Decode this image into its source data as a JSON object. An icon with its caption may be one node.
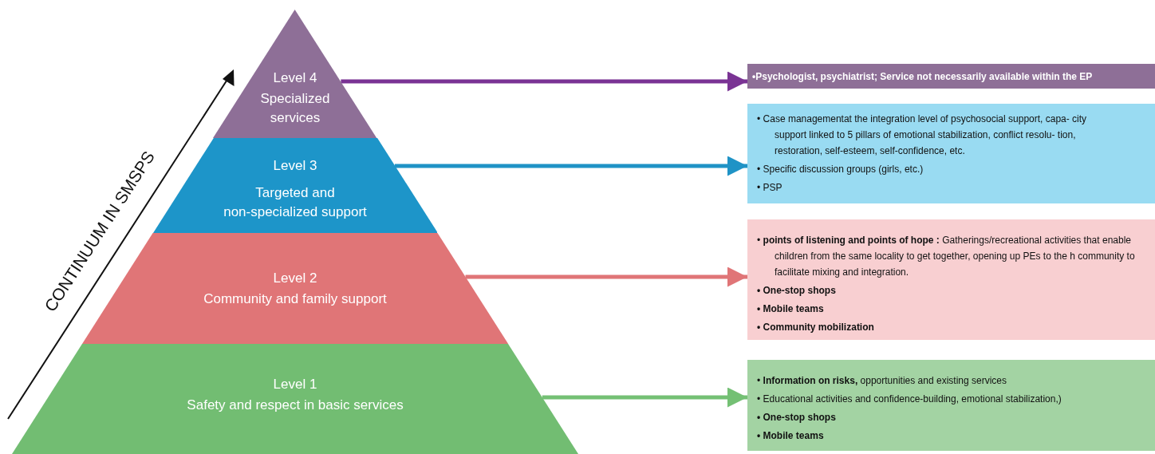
{
  "diagram": {
    "nodes": [
      {
        "text": [
          "Level 4",
          "Specialized services"
        ]
      },
      {
        "text": [
          "Level 3",
          "Targeted and non-specialized support"
        ]
      },
      {
        "text": [
          "Level 2",
          "Community and family support"
        ]
      },
      {
        "text": [
          "Level 1",
          "Safety and respect in basic services"
        ]
      },
      {
        "text": [
          "•Psychologist, psychiatrist; Service not necessarily available within the EP"
        ]
      },
      {
        "text": [
          "• Case managementat the integration level of psychosocial support, capa- city support linked to 5 pillars of emotional stabilization, conflict resolu- tion, restoration, self-esteem, self-confidence, etc.",
          "• Specific discussion groups (girls, etc.)",
          "• PSP"
        ]
      },
      {
        "text": [
          "• **points of listening and points of hope :** Gatherings/recreational activities that enable children from the same locality to get together, opening up PEs to the h community to facilitate mixing and integration.",
          "• One-stop shops",
          "• Mobile teams",
          "• Community mobilization"
        ]
      },
      {
        "text": [
          "• **Information on risks,** opportunities and existing services",
          "• Educational activities and confidence-building, emotional stabilization,)",
          "• One-stop shops",
          "• Mobile teams"
        ]
      }
    ],
    "edges": [
      {
        "from": 0,
        "to": 4,
        "arrow": "to",
        "color": "#7a3394"
      },
      {
        "from": 1,
        "to": 5,
        "arrow": "to",
        "color": "#1f93c6"
      },
      {
        "from": 2,
        "to": 6,
        "arrow": "to",
        "color": "#e07577"
      },
      {
        "from": 3,
        "to": 7,
        "arrow": "to",
        "color": "#74c074"
      }
    ],
    "labels": [
      "CONTINUUM IN SMSPS"
    ]
  }
}
